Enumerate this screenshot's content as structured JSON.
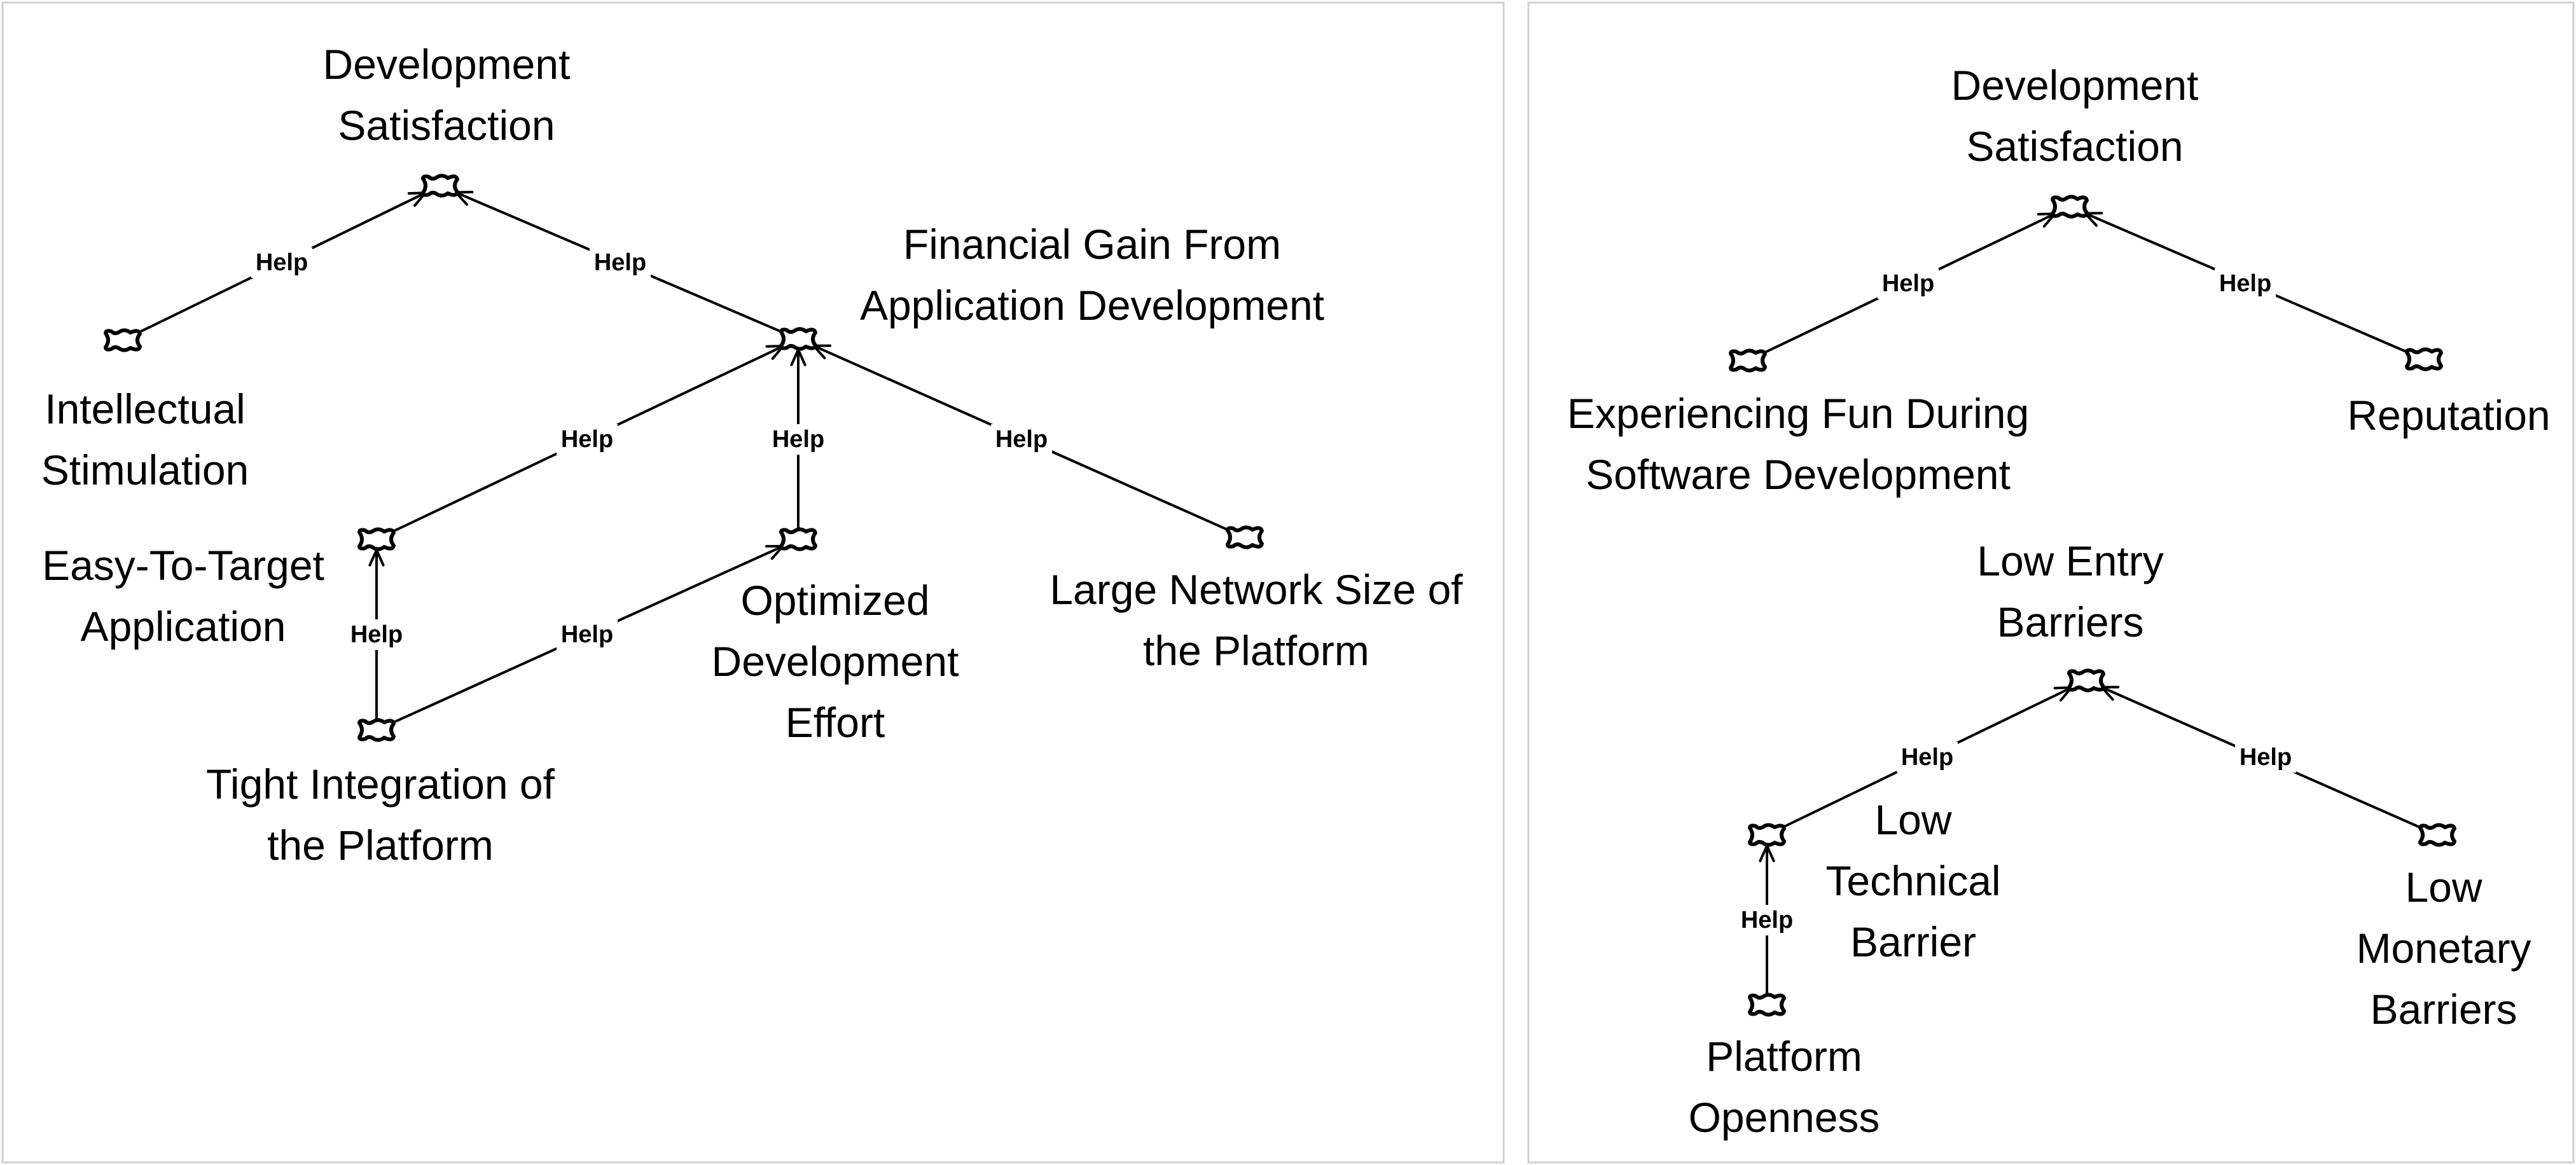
{
  "panels": [
    {
      "nodes": [
        {
          "id": "L_DS",
          "label": [
            "Development",
            "Satisfaction"
          ]
        },
        {
          "id": "L_IS",
          "label": [
            "Intellectual",
            "Stimulation"
          ]
        },
        {
          "id": "L_FG",
          "label": [
            "Financial Gain From",
            "Application Development"
          ]
        },
        {
          "id": "L_ET",
          "label": [
            "Easy-To-Target",
            "Application"
          ]
        },
        {
          "id": "L_OD",
          "label": [
            "Optimized",
            "Development",
            "Effort"
          ]
        },
        {
          "id": "L_LN",
          "label": [
            "Large Network Size of",
            "the Platform"
          ]
        },
        {
          "id": "L_TI",
          "label": [
            "Tight Integration of",
            "the Platform"
          ]
        }
      ],
      "links": [
        {
          "from": "L_IS",
          "to": "L_DS",
          "label": "Help"
        },
        {
          "from": "L_FG",
          "to": "L_DS",
          "label": "Help"
        },
        {
          "from": "L_ET",
          "to": "L_FG",
          "label": "Help"
        },
        {
          "from": "L_OD",
          "to": "L_FG",
          "label": "Help"
        },
        {
          "from": "L_LN",
          "to": "L_FG",
          "label": "Help"
        },
        {
          "from": "L_TI",
          "to": "L_ET",
          "label": "Help"
        },
        {
          "from": "L_TI",
          "to": "L_OD",
          "label": "Help"
        }
      ]
    },
    {
      "nodes": [
        {
          "id": "R_DS",
          "label": [
            "Development",
            "Satisfaction"
          ]
        },
        {
          "id": "R_EF",
          "label": [
            "Experiencing Fun During",
            "Software Development"
          ]
        },
        {
          "id": "R_RE",
          "label": [
            "Reputation"
          ]
        },
        {
          "id": "R_LE",
          "label": [
            "Low Entry",
            "Barriers"
          ]
        },
        {
          "id": "R_LT",
          "label": [
            "Low",
            "Technical",
            "Barrier"
          ]
        },
        {
          "id": "R_LM",
          "label": [
            "Low",
            "Monetary",
            "Barriers"
          ]
        },
        {
          "id": "R_PO",
          "label": [
            "Platform",
            "Openness"
          ]
        }
      ],
      "links": [
        {
          "from": "R_EF",
          "to": "R_DS",
          "label": "Help"
        },
        {
          "from": "R_RE",
          "to": "R_DS",
          "label": "Help"
        },
        {
          "from": "R_LT",
          "to": "R_LE",
          "label": "Help"
        },
        {
          "from": "R_LM",
          "to": "R_LE",
          "label": "Help"
        },
        {
          "from": "R_PO",
          "to": "R_LT",
          "label": "Help"
        }
      ]
    }
  ]
}
